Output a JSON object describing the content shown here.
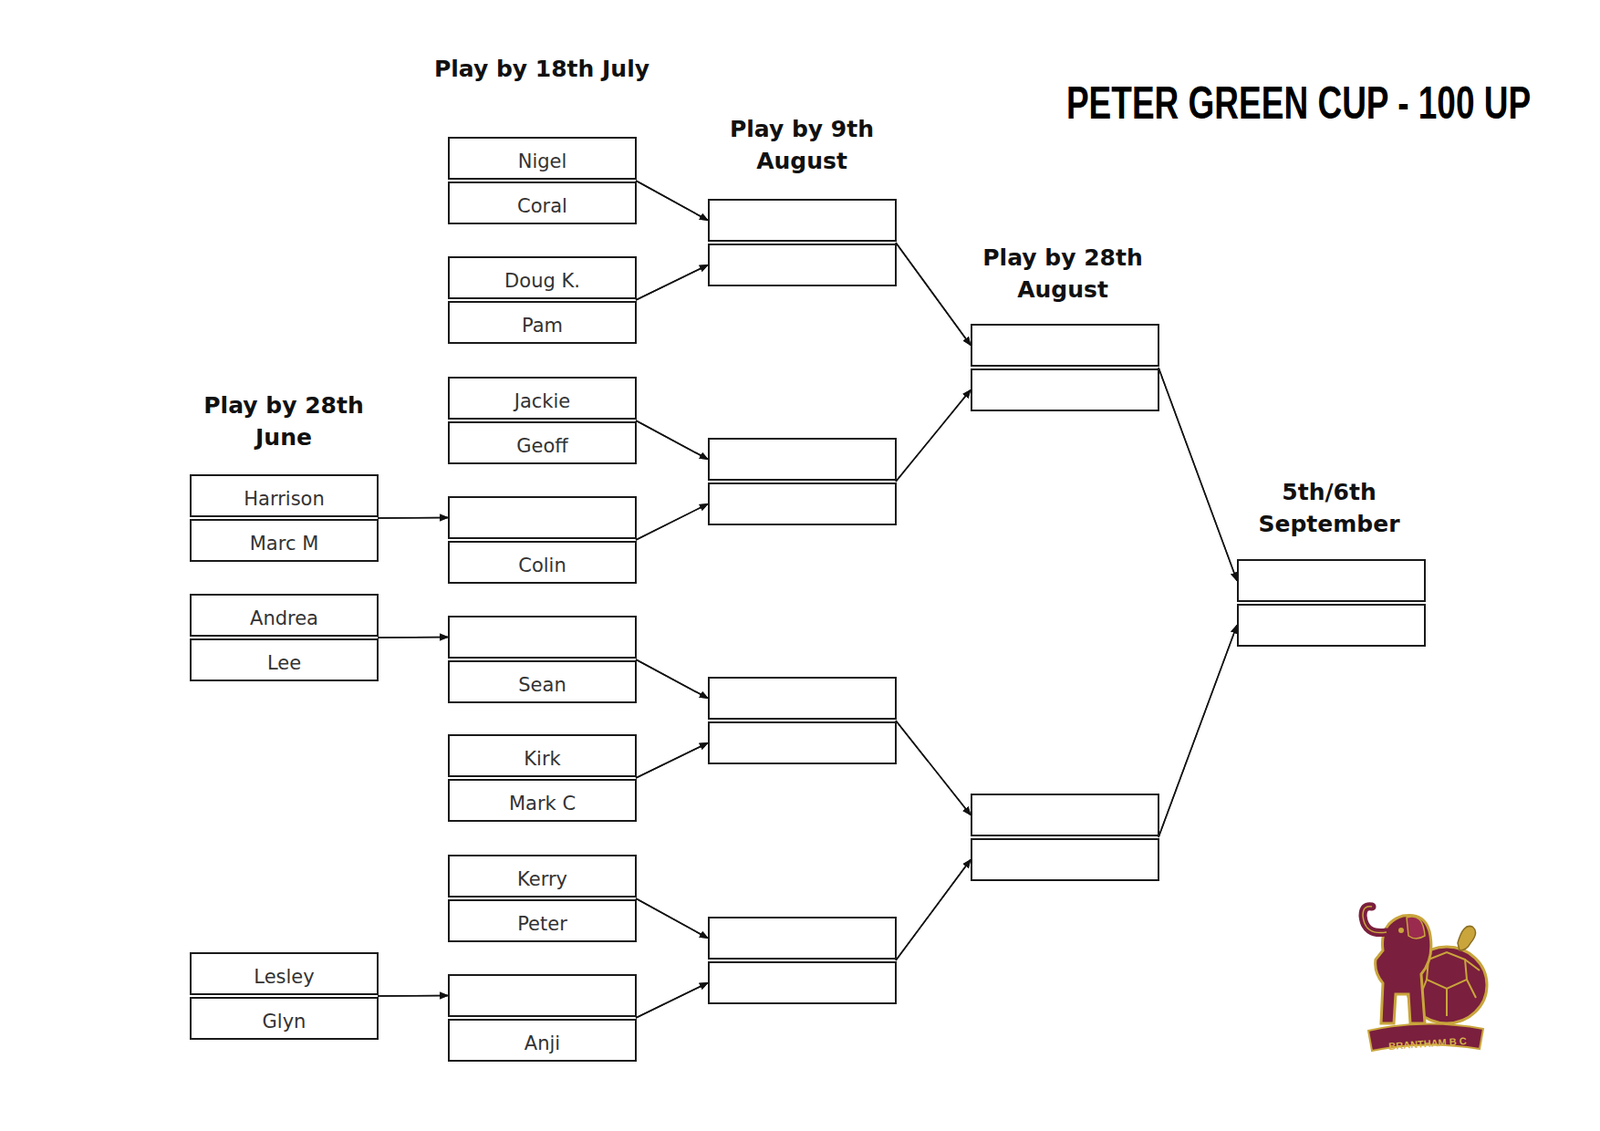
{
  "diagram": {
    "title": "PETER GREEN CUP - 100 UP",
    "nodes": [
      {
        "text": [
          "Harrison"
        ]
      },
      {
        "text": [
          "Marc M"
        ]
      },
      {
        "text": [
          "Andrea"
        ]
      },
      {
        "text": [
          "Lee"
        ]
      },
      {
        "text": [
          "Lesley"
        ]
      },
      {
        "text": [
          "Glyn"
        ]
      },
      {
        "text": [
          "Nigel"
        ]
      },
      {
        "text": [
          "Coral"
        ]
      },
      {
        "text": [
          "Doug K."
        ]
      },
      {
        "text": [
          "Pam"
        ]
      },
      {
        "text": [
          "Jackie"
        ]
      },
      {
        "text": [
          "Geoff"
        ]
      },
      {
        "text": []
      },
      {
        "text": [
          "Colin"
        ]
      },
      {
        "text": []
      },
      {
        "text": [
          "Sean"
        ]
      },
      {
        "text": [
          "Kirk"
        ]
      },
      {
        "text": [
          "Mark C"
        ]
      },
      {
        "text": [
          "Kerry"
        ]
      },
      {
        "text": [
          "Peter"
        ]
      },
      {
        "text": []
      },
      {
        "text": [
          "Anji"
        ]
      },
      {
        "text": []
      },
      {
        "text": []
      },
      {
        "text": []
      },
      {
        "text": []
      },
      {
        "text": []
      },
      {
        "text": []
      },
      {
        "text": []
      },
      {
        "text": []
      },
      {
        "text": []
      },
      {
        "text": []
      },
      {
        "text": []
      },
      {
        "text": []
      },
      {
        "text": []
      },
      {
        "text": []
      }
    ],
    "edges": [
      {
        "from": 0,
        "to": 12,
        "arrow": "to"
      },
      {
        "from": 1,
        "to": 12,
        "arrow": "to"
      },
      {
        "from": 2,
        "to": 14,
        "arrow": "to"
      },
      {
        "from": 3,
        "to": 14,
        "arrow": "to"
      },
      {
        "from": 4,
        "to": 20,
        "arrow": "to"
      },
      {
        "from": 5,
        "to": 20,
        "arrow": "to"
      },
      {
        "from": 6,
        "to": 22,
        "arrow": "to"
      },
      {
        "from": 7,
        "to": 22,
        "arrow": "to"
      },
      {
        "from": 8,
        "to": 23,
        "arrow": "to"
      },
      {
        "from": 9,
        "to": 23,
        "arrow": "to"
      },
      {
        "from": 10,
        "to": 24,
        "arrow": "to"
      },
      {
        "from": 11,
        "to": 24,
        "arrow": "to"
      },
      {
        "from": 12,
        "to": 25,
        "arrow": "to"
      },
      {
        "from": 13,
        "to": 25,
        "arrow": "to"
      },
      {
        "from": 14,
        "to": 26,
        "arrow": "to"
      },
      {
        "from": 15,
        "to": 26,
        "arrow": "to"
      },
      {
        "from": 16,
        "to": 27,
        "arrow": "to"
      },
      {
        "from": 17,
        "to": 27,
        "arrow": "to"
      },
      {
        "from": 18,
        "to": 28,
        "arrow": "to"
      },
      {
        "from": 19,
        "to": 28,
        "arrow": "to"
      },
      {
        "from": 20,
        "to": 29,
        "arrow": "to"
      },
      {
        "from": 21,
        "to": 29,
        "arrow": "to"
      },
      {
        "from": 22,
        "to": 30,
        "arrow": "to"
      },
      {
        "from": 23,
        "to": 30,
        "arrow": "to"
      },
      {
        "from": 24,
        "to": 31,
        "arrow": "to"
      },
      {
        "from": 25,
        "to": 31,
        "arrow": "to"
      },
      {
        "from": 26,
        "to": 32,
        "arrow": "to"
      },
      {
        "from": 27,
        "to": 32,
        "arrow": "to"
      },
      {
        "from": 28,
        "to": 33,
        "arrow": "to"
      },
      {
        "from": 29,
        "to": 33,
        "arrow": "to"
      },
      {
        "from": 30,
        "to": 34,
        "arrow": "to"
      },
      {
        "from": 31,
        "to": 34,
        "arrow": "to"
      },
      {
        "from": 32,
        "to": 35,
        "arrow": "to"
      },
      {
        "from": 33,
        "to": 35,
        "arrow": "to"
      }
    ],
    "labels": [
      "Play by 28th June",
      "Play by 18th July",
      "Play by 9th August",
      "Play by 28th August",
      "5th/6th September",
      "BRANTHAM B C"
    ]
  }
}
